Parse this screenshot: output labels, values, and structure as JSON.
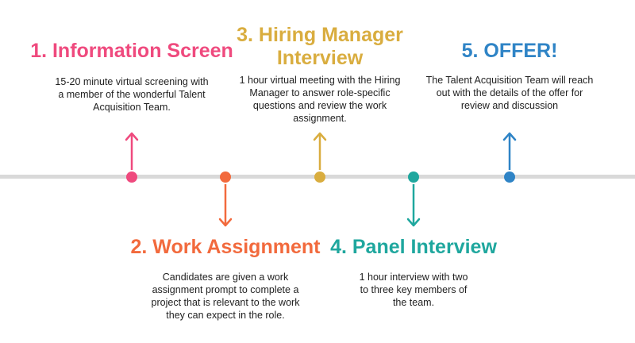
{
  "colors": {
    "line": "#d9d9d9",
    "step1": "#ef4a7e",
    "step2": "#f26a3d",
    "step3": "#d9ad3f",
    "step4": "#1fa79e",
    "step5": "#2f84c6"
  },
  "steps": [
    {
      "title": "1. Information Screen",
      "desc_lines": [
        "15-20 minute virtual screening with",
        "a member of the wonderful Talent",
        "Acquisition Team."
      ]
    },
    {
      "title": "2. Work Assignment",
      "desc_lines": [
        "Candidates are given a work",
        "assignment prompt to complete a",
        "project that is relevant to the work",
        "they can expect in the role."
      ]
    },
    {
      "title_lines": [
        "3. Hiring Manager",
        "Interview"
      ],
      "desc_lines": [
        "1 hour virtual meeting with the Hiring",
        "Manager to answer role-specific",
        "questions and review the work",
        "assignment."
      ]
    },
    {
      "title": "4. Panel Interview",
      "desc_lines": [
        "1 hour interview with two",
        "to three key members of",
        "the team."
      ]
    },
    {
      "title": "5. OFFER!",
      "desc_lines": [
        "The Talent Acquisition Team will reach",
        "out with the details of the offer for",
        "review and discussion"
      ]
    }
  ]
}
